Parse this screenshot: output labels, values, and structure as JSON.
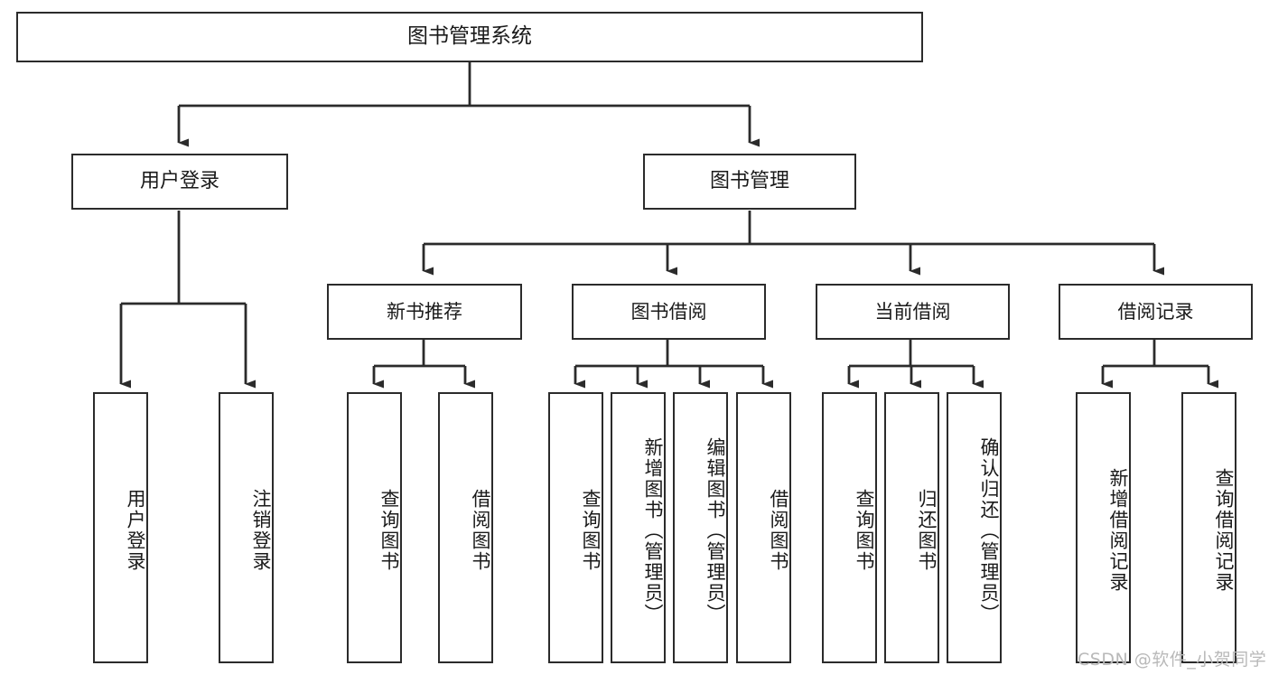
{
  "diagram": {
    "title": "图书管理系统",
    "type": "tree-hierarchy-diagram",
    "watermark": "CSDN @软件_小贺同学",
    "style": {
      "box_border_color": "#2b2b2b",
      "box_fill_color": "#ffffff",
      "connector_color": "#2b2b2b",
      "text_color": "#1a1a1a",
      "background_color": "#ffffff",
      "watermark_color": "#b9b9b9"
    },
    "nodes": {
      "root": {
        "label": "图书管理系统"
      },
      "level1": [
        {
          "label": "用户登录"
        },
        {
          "label": "图书管理"
        }
      ],
      "level2": [
        {
          "label": "新书推荐"
        },
        {
          "label": "图书借阅"
        },
        {
          "label": "当前借阅"
        },
        {
          "label": "借阅记录"
        }
      ],
      "leaves": {
        "user_login": [
          {
            "label": "用户登录"
          },
          {
            "label": "注销登录"
          }
        ],
        "new_book_recommend": [
          {
            "label": "查询图书"
          },
          {
            "label": "借阅图书"
          }
        ],
        "book_borrow": [
          {
            "label": "查询图书"
          },
          {
            "label": "新增图书（管理员）"
          },
          {
            "label": "编辑图书（管理员）"
          },
          {
            "label": "借阅图书"
          }
        ],
        "current_borrow": [
          {
            "label": "查询图书"
          },
          {
            "label": "归还图书"
          },
          {
            "label": "确认归还（管理员）"
          }
        ],
        "borrow_record": [
          {
            "label": "新增借阅记录"
          },
          {
            "label": "查询借阅记录"
          }
        ]
      }
    }
  },
  "chart_data": {
    "type": "table",
    "title": "图书管理系统 功能结构图",
    "hierarchy": [
      {
        "level": 0,
        "name": "图书管理系统",
        "children": [
          {
            "level": 1,
            "name": "用户登录",
            "children": [
              {
                "level": 2,
                "name": "用户登录"
              },
              {
                "level": 2,
                "name": "注销登录"
              }
            ]
          },
          {
            "level": 1,
            "name": "图书管理",
            "children": [
              {
                "level": 2,
                "name": "新书推荐",
                "children": [
                  {
                    "level": 3,
                    "name": "查询图书"
                  },
                  {
                    "level": 3,
                    "name": "借阅图书"
                  }
                ]
              },
              {
                "level": 2,
                "name": "图书借阅",
                "children": [
                  {
                    "level": 3,
                    "name": "查询图书"
                  },
                  {
                    "level": 3,
                    "name": "新增图书（管理员）"
                  },
                  {
                    "level": 3,
                    "name": "编辑图书（管理员）"
                  },
                  {
                    "level": 3,
                    "name": "借阅图书"
                  }
                ]
              },
              {
                "level": 2,
                "name": "当前借阅",
                "children": [
                  {
                    "level": 3,
                    "name": "查询图书"
                  },
                  {
                    "level": 3,
                    "name": "归还图书"
                  },
                  {
                    "level": 3,
                    "name": "确认归还（管理员）"
                  }
                ]
              },
              {
                "level": 2,
                "name": "借阅记录",
                "children": [
                  {
                    "level": 3,
                    "name": "新增借阅记录"
                  },
                  {
                    "level": 3,
                    "name": "查询借阅记录"
                  }
                ]
              }
            ]
          }
        ]
      }
    ]
  }
}
